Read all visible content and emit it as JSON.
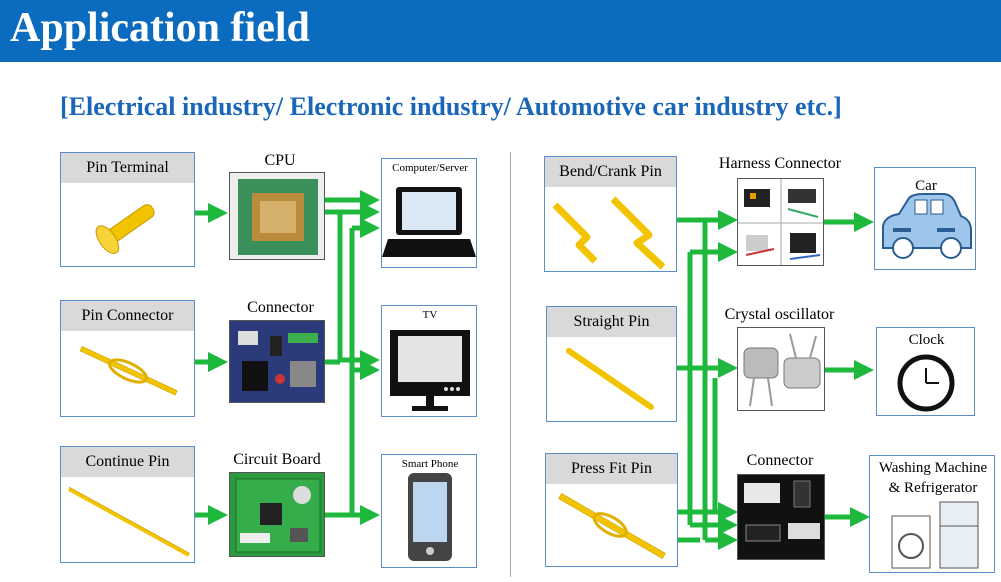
{
  "title": "Application field",
  "subtitle": "[Electrical industry/ Electronic industry/ Automotive car industry etc.]",
  "left": {
    "sources": [
      "Pin Terminal",
      "Pin Connector",
      "Continue Pin"
    ],
    "components": [
      "CPU",
      "Connector",
      "Circuit Board"
    ],
    "devices": [
      "Computer/Server",
      "TV",
      "Smart Phone"
    ]
  },
  "right": {
    "sources": [
      "Bend/Crank Pin",
      "Straight Pin",
      "Press Fit Pin"
    ],
    "components": [
      "Harness Connector",
      "Crystal oscillator",
      "Connector"
    ],
    "devices": [
      "Car",
      "Clock",
      "Washing Machine",
      "& Refrigerator"
    ]
  },
  "colors": {
    "header": "#0a6bbf",
    "arrow": "#1eb83c",
    "pin": "#f2c400",
    "subtitle": "#1a66b8"
  }
}
